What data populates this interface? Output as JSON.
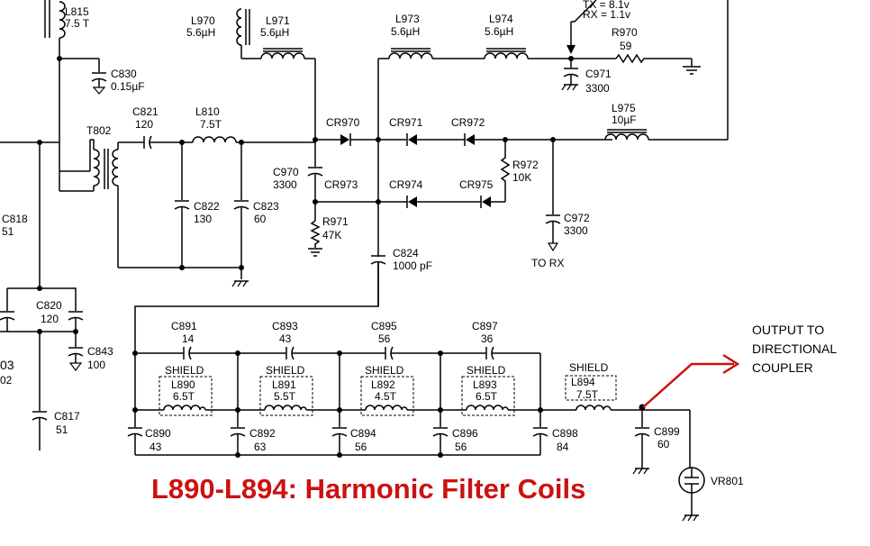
{
  "title": "L890-L894: Harmonic Filter Coils",
  "annotation": {
    "lines": [
      "OUTPUT TO",
      "DIRECTIONAL",
      "COUPLER"
    ],
    "color": "#cc1111"
  },
  "labels": {
    "L815": "L815",
    "L815v": "7.5 T",
    "C830": "C830",
    "C830v": "0.15µF",
    "L970": "L970",
    "L970v": "5.6µH",
    "L971": "L971",
    "L971v": "5.6µH",
    "L973": "L973",
    "L973v": "5.6µH",
    "L974": "L974",
    "L974v": "5.6µH",
    "TX": "TX = 8.1v",
    "RX": "RX = 1.1v",
    "R970": "R970",
    "R970v": "59",
    "C971": "C971",
    "C971v": "3300",
    "T802": "T802",
    "C821": "C821",
    "C821v": "120",
    "L810": "L810",
    "L810v": "7.5T",
    "CR970": "CR970",
    "CR971": "CR971",
    "CR972": "CR972",
    "L975": "L975",
    "L975v": "10µF",
    "C818": "C818",
    "C818v": "51",
    "C822": "C822",
    "C822v": "130",
    "C823": "C823",
    "C823v": "60",
    "C970": "C970",
    "C970v": "3300",
    "CR973": "CR973",
    "CR974": "CR974",
    "CR975": "CR975",
    "R972": "R972",
    "R972v": "10K",
    "R971": "R971",
    "R971v": "47K",
    "C972": "C972",
    "C972v": "3300",
    "C824": "C824",
    "C824v": "1000 pF",
    "TORX": "TO  RX",
    "C820": "C820",
    "C820v": "120",
    "C843": "C843",
    "C843v": "100",
    "C817": "C817",
    "C817v": "51",
    "p03": "03",
    "p02": "02",
    "C891": "C891",
    "C891v": "14",
    "C893": "C893",
    "C893v": "43",
    "C895": "C895",
    "C895v": "56",
    "C897": "C897",
    "C897v": "36",
    "SHIELD": "SHIELD",
    "L890": "L890",
    "L890v": "6.5T",
    "L891": "L891",
    "L891v": "5.5T",
    "L892": "L892",
    "L892v": "4.5T",
    "L893": "L893",
    "L893v": "6.5T",
    "L894": "L894",
    "L894v": "7.5T",
    "C890": "C890",
    "C890v": "43",
    "C892": "C892",
    "C892v": "63",
    "C894": "C894",
    "C894v": "56",
    "C896": "C896",
    "C896v": "56",
    "C898": "C898",
    "C898v": "84",
    "C899": "C899",
    "C899v": "60",
    "VR801": "VR801"
  }
}
